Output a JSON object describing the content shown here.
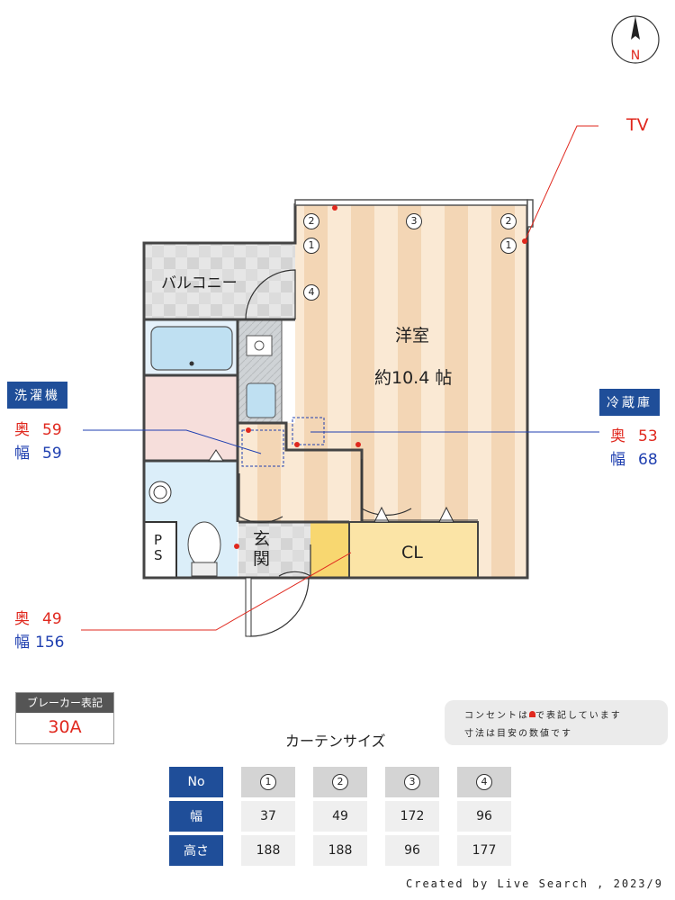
{
  "compass": {
    "label": "N"
  },
  "rooms": {
    "western_room": "洋室",
    "western_room_size": "約10.4 帖",
    "balcony": "バルコニー",
    "closet": "CL",
    "entrance": "玄関",
    "ps": "PS"
  },
  "window_markers": [
    "2",
    "3",
    "2",
    "1",
    "1",
    "4"
  ],
  "callouts": {
    "tv": "TV",
    "washer": {
      "title": "洗濯機",
      "depth_label": "奥",
      "depth": "59",
      "width_label": "幅",
      "width": "59"
    },
    "fridge": {
      "title": "冷蔵庫",
      "depth_label": "奥",
      "depth": "53",
      "width_label": "幅",
      "width": "68"
    },
    "door": {
      "depth_label": "奥",
      "depth": "49",
      "width_label": "幅",
      "width": "156"
    }
  },
  "breaker": {
    "title": "ブレーカー表記",
    "value": "30A"
  },
  "note": {
    "line1_pre": "コンセントは",
    "line1_post": "で表記しています",
    "line2": "寸法は目安の数値です"
  },
  "curtain": {
    "title": "カーテンサイズ",
    "header_label": "No",
    "numbers": [
      "1",
      "2",
      "3",
      "4"
    ],
    "rows": [
      {
        "label": "幅",
        "values": [
          "37",
          "49",
          "172",
          "96"
        ]
      },
      {
        "label": "高さ",
        "values": [
          "188",
          "188",
          "96",
          "177"
        ]
      }
    ]
  },
  "colors": {
    "accent_blue": "#1f4e99",
    "outlet_red": "#e0281e",
    "stripe_light": "#fae9d4",
    "stripe_dark": "#f3d6b5"
  },
  "credit": "Created by Live Search , 2023/9"
}
